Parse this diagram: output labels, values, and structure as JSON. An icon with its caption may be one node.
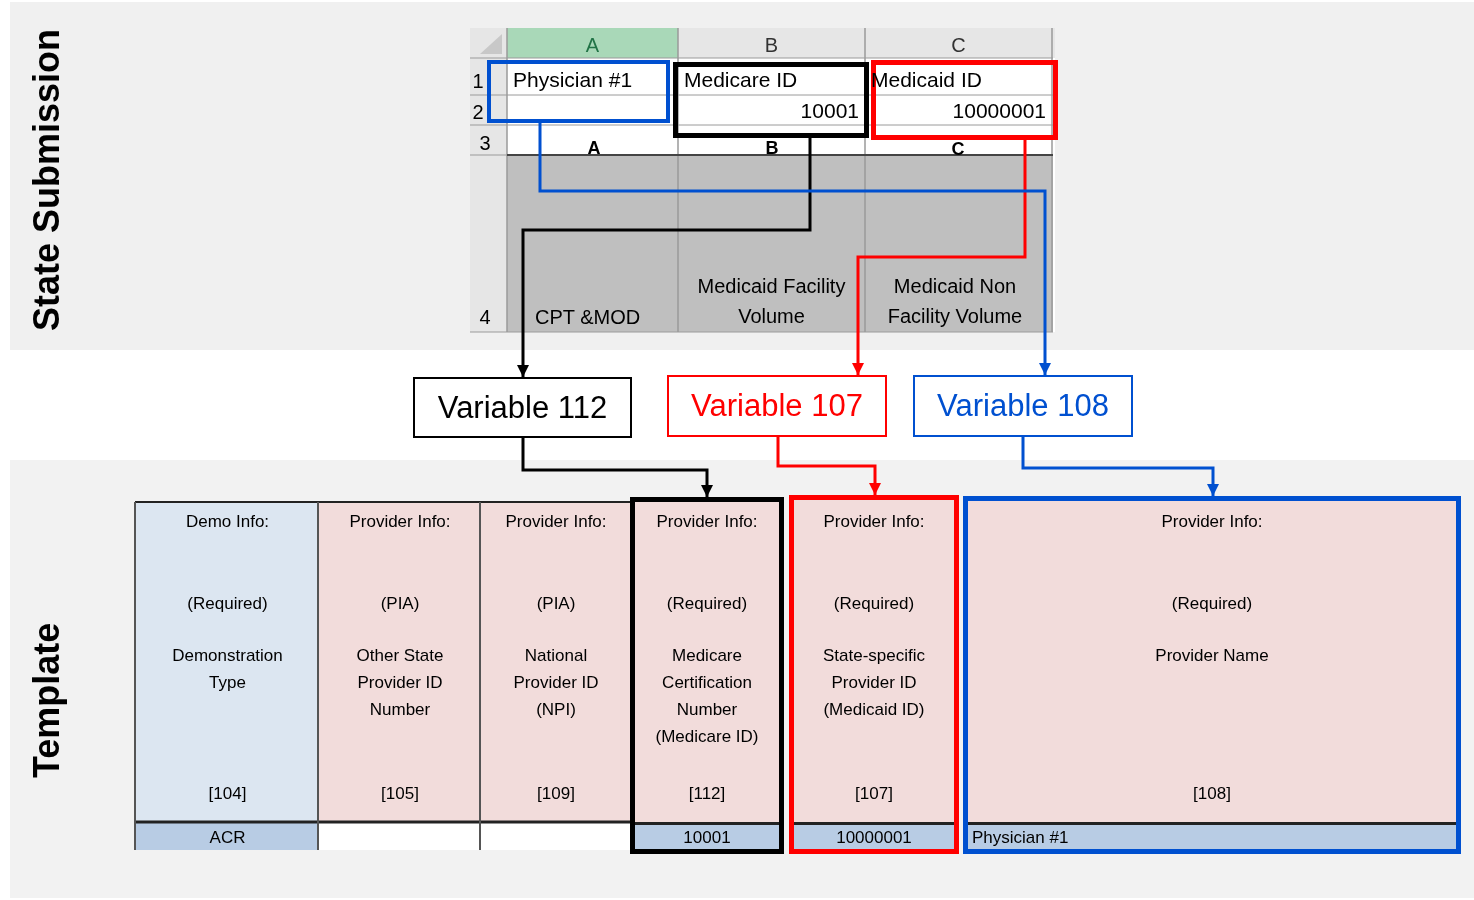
{
  "diagram": {
    "nodes": [
      {
        "text": [
          "State Submission"
        ]
      },
      {
        "text": [
          "Physician #1"
        ],
        "in": 0
      },
      {
        "text": [
          "Medicare ID",
          "10001"
        ],
        "in": 0
      },
      {
        "text": [
          "Medicaid ID",
          "10000001"
        ],
        "in": 0
      },
      {
        "text": [
          "Variable 112"
        ]
      },
      {
        "text": [
          "Variable 107"
        ]
      },
      {
        "text": [
          "Variable 108"
        ]
      },
      {
        "text": [
          "Template"
        ]
      },
      {
        "text": [
          "Provider Info:",
          "(Required)",
          "Medicare Certification Number (Medicare ID)",
          "[112]",
          "10001"
        ],
        "in": 7
      },
      {
        "text": [
          "Provider Info:",
          "(Required)",
          "State-specific Provider ID (Medicaid ID)",
          "[107]",
          "10000001"
        ],
        "in": 7
      },
      {
        "text": [
          "Provider Info:",
          "(Required)",
          "Provider Name",
          "[108]",
          "Physician #1"
        ],
        "in": 7
      }
    ],
    "edges": [
      {
        "from": 2,
        "to": 4,
        "arrow": "to",
        "color": "#000000"
      },
      {
        "from": 3,
        "to": 5,
        "arrow": "to",
        "color": "#ff0000"
      },
      {
        "from": 1,
        "to": 6,
        "arrow": "to",
        "color": "#0050d0"
      },
      {
        "from": 4,
        "to": 8,
        "arrow": "to",
        "color": "#000000"
      },
      {
        "from": 5,
        "to": 9,
        "arrow": "to",
        "color": "#ff0000"
      },
      {
        "from": 6,
        "to": 10,
        "arrow": "to",
        "color": "#0050d0"
      }
    ],
    "labels": [
      "A",
      "B",
      "C",
      "1",
      "2",
      "3",
      "4",
      "A",
      "B",
      "C",
      "CPT &MOD",
      "Medicaid Facility Volume",
      "Medicaid Non Facility Volume",
      "Demo Info:",
      "(Required)",
      "Demonstration Type",
      "[104]",
      "ACR",
      "Provider Info:",
      "(PIA)",
      "Other State Provider ID Number",
      "[105]",
      "Provider Info:",
      "(PIA)",
      "National Provider ID (NPI)",
      "[109]"
    ]
  }
}
